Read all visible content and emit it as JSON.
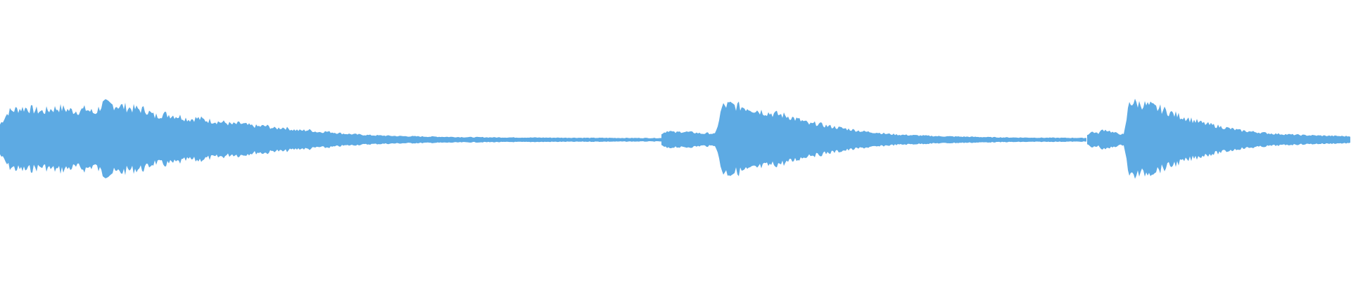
{
  "waveform": {
    "color": "#5DAAE3",
    "background": "#ffffff",
    "segments": [
      {
        "name": "segment-1",
        "peaks": [
          0.3,
          0.55,
          0.6,
          0.62,
          0.58,
          0.55,
          0.6,
          0.62,
          0.58,
          0.56,
          0.6,
          0.52,
          0.7,
          0.68,
          0.66,
          0.62,
          0.6,
          0.58,
          0.46,
          0.5,
          0.48,
          0.45,
          0.4,
          0.42,
          0.38,
          0.36,
          0.34,
          0.3,
          0.32,
          0.28,
          0.26,
          0.27,
          0.22,
          0.24,
          0.2,
          0.18,
          0.19,
          0.15,
          0.16,
          0.14,
          0.12,
          0.11,
          0.1,
          0.09,
          0.085,
          0.08,
          0.075,
          0.07,
          0.068,
          0.065,
          0.062,
          0.06,
          0.058,
          0.055,
          0.052,
          0.05,
          0.05,
          0.048,
          0.047,
          0.046,
          0.045,
          0.045,
          0.044,
          0.043,
          0.042,
          0.041,
          0.04,
          0.04,
          0.039,
          0.038,
          0.038,
          0.037,
          0.036,
          0.036,
          0.035,
          0.035,
          0.034,
          0.034
        ]
      },
      {
        "name": "segment-2",
        "peaks": [
          0.12,
          0.18,
          0.14,
          0.16,
          0.15,
          0.14,
          0.12,
          0.13,
          0.11,
          0.65,
          0.68,
          0.66,
          0.64,
          0.62,
          0.58,
          0.55,
          0.52,
          0.5,
          0.48,
          0.45,
          0.4,
          0.36,
          0.3,
          0.32,
          0.28,
          0.26,
          0.24,
          0.22,
          0.2,
          0.18,
          0.16,
          0.15,
          0.14,
          0.12,
          0.11,
          0.1,
          0.095,
          0.09,
          0.085,
          0.08,
          0.075,
          0.07,
          0.068,
          0.065,
          0.062,
          0.06,
          0.058,
          0.055,
          0.052,
          0.05,
          0.048,
          0.046,
          0.045,
          0.044,
          0.043,
          0.042,
          0.041,
          0.04,
          0.04,
          0.039,
          0.038,
          0.038,
          0.037,
          0.036
        ]
      },
      {
        "name": "segment-3",
        "peaks": [
          0.1,
          0.16,
          0.12,
          0.2,
          0.18,
          0.14,
          0.12,
          0.1,
          0.75,
          0.72,
          0.7,
          0.68,
          0.66,
          0.62,
          0.6,
          0.56,
          0.52,
          0.48,
          0.45,
          0.42,
          0.38,
          0.35,
          0.32,
          0.3,
          0.28,
          0.26,
          0.24,
          0.22,
          0.2,
          0.18,
          0.17,
          0.16,
          0.15,
          0.14,
          0.13,
          0.12,
          0.115,
          0.11,
          0.105,
          0.1,
          0.095,
          0.09,
          0.088,
          0.085,
          0.082,
          0.08,
          0.078,
          0.075,
          0.072,
          0.07,
          0.068
        ]
      }
    ]
  }
}
